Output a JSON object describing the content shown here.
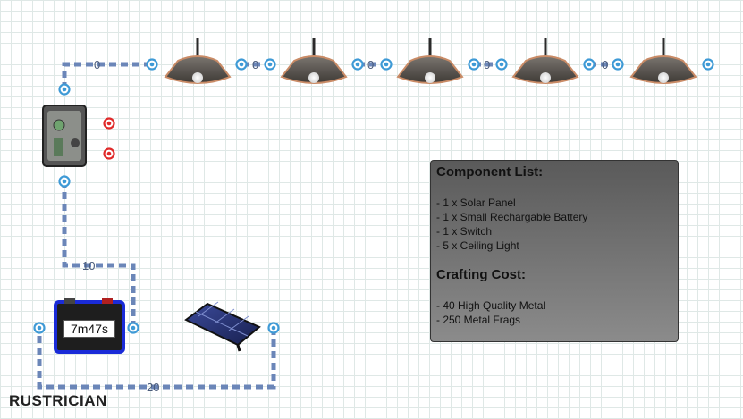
{
  "diagram": {
    "wire_labels": {
      "switch_to_light1": "0",
      "light1_to_light2": "0",
      "light2_to_light3": "0",
      "light3_to_light4": "0",
      "light4_to_light5": "0",
      "battery_to_switch": "10",
      "solar_to_battery": "20"
    },
    "battery_timer": "7m47s",
    "components": [
      "ceiling-light",
      "ceiling-light",
      "ceiling-light",
      "ceiling-light",
      "ceiling-light",
      "switch",
      "battery",
      "solar-panel"
    ],
    "colors": {
      "wire": "#6b86b8",
      "port_blue": "#3e9ad6",
      "port_red": "#e02a2a",
      "battery_outline": "#1a2bd8"
    }
  },
  "info_panel": {
    "component_heading": "Component List:",
    "components": [
      "- 1 x Solar Panel",
      "- 1 x Small Rechargable Battery",
      "- 1 x Switch",
      "- 5 x Ceiling Light"
    ],
    "cost_heading": "Crafting Cost:",
    "costs": [
      "- 40 High Quality Metal",
      "- 250 Metal Frags"
    ]
  },
  "logo": {
    "text": "RUSTRICIAN"
  }
}
